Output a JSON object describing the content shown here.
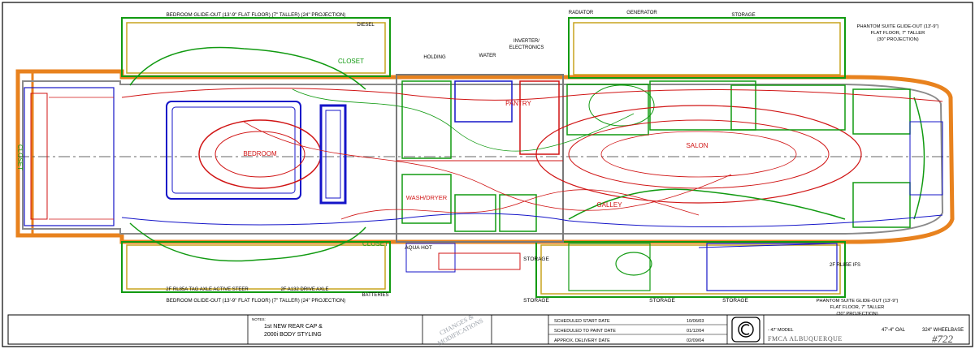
{
  "top_labels": {
    "bedroom_slide": "BEDROOM GLIDE-OUT (13'-9\" FLAT FLOOR) (7\" TALLER) (24\" PROJECTION)",
    "diesel": "DIESEL",
    "radiator": "RADIATOR",
    "generator": "GENERATOR",
    "storage_top": "STORAGE",
    "phantom_suite_top_1": "PHANTOM SUITE GLIDE-OUT (13'-9\")",
    "phantom_suite_top_2": "FLAT FLOOR, 7\" TALLER",
    "phantom_suite_top_3": "(30\" PROJECTION)",
    "inverter": "INVERTER/",
    "electronics": "ELECTRONICS",
    "holding": "HOLDING",
    "water": "WATER"
  },
  "room_labels": {
    "closet_top": "CLOSET",
    "closet_left": "CLOSET",
    "bedroom": "BEDROOM",
    "pantry": "PANTRY",
    "salon": "SALON",
    "galley": "GALLEY",
    "wash_dryer": "WASH/DRYER",
    "closet_bottom": "CLOSET",
    "aqua_hot": "AQUA HOT",
    "storage_mid": "STORAGE",
    "storage_b1": "STORAGE",
    "storage_b2": "STORAGE",
    "storage_b3": "STORAGE"
  },
  "bottom_labels": {
    "axle_active": "2F RL85A TAG AXLE ACTIVE STEER",
    "drive_axle": "2F A132 DRIVE AXLE",
    "bedroom_slide_bottom": "BEDROOM GLIDE-OUT (13'-9\" FLAT FLOOR) (7\" TALLER) (24\" PROJECTION)",
    "batteries": "BATTERIES",
    "front_axle": "2F RL85E IFS",
    "phantom_suite_bottom_1": "PHANTOM SUITE GLIDE-OUT (13'-9\")",
    "phantom_suite_bottom_2": "FLAT FLOOR, 7\" TALLER",
    "phantom_suite_bottom_3": "(30\" PROJECTION)"
  },
  "title_block": {
    "notes_header": "NOTES:",
    "note_line_1": "1st NEW REAR CAP &",
    "note_line_2": "2000i BODY STYLING",
    "stamp_1": "CHANGES &",
    "stamp_2": "MODIFICATIONS",
    "schedule": [
      {
        "label": "SCHEDULED START DATE",
        "date": "10/06/03"
      },
      {
        "label": "SCHEDULED TO PAINT DATE",
        "date": "01/12/04"
      },
      {
        "label": "APPROX. DELIVERY DATE",
        "date": "02/09/04"
      }
    ],
    "model": "- 47' MODEL",
    "oal": "47'-4\" OAL",
    "wheelbase": "324\" WHEELBASE",
    "fmca": "FMCA ALBUQUERQUE",
    "number": "#722"
  }
}
